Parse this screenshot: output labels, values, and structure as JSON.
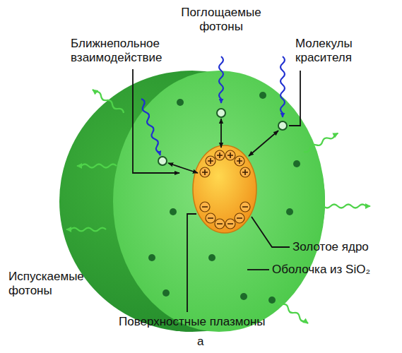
{
  "diagram": {
    "caption": "а",
    "labels": [
      "Поглощаемые фотоны",
      "Ближнепольное взаимодействие",
      "Молекулы красителя",
      "Испускаемые фотоны",
      "Золотое ядро",
      "Оболочка из SiO₂",
      "Поверхностные плазмоны"
    ]
  }
}
